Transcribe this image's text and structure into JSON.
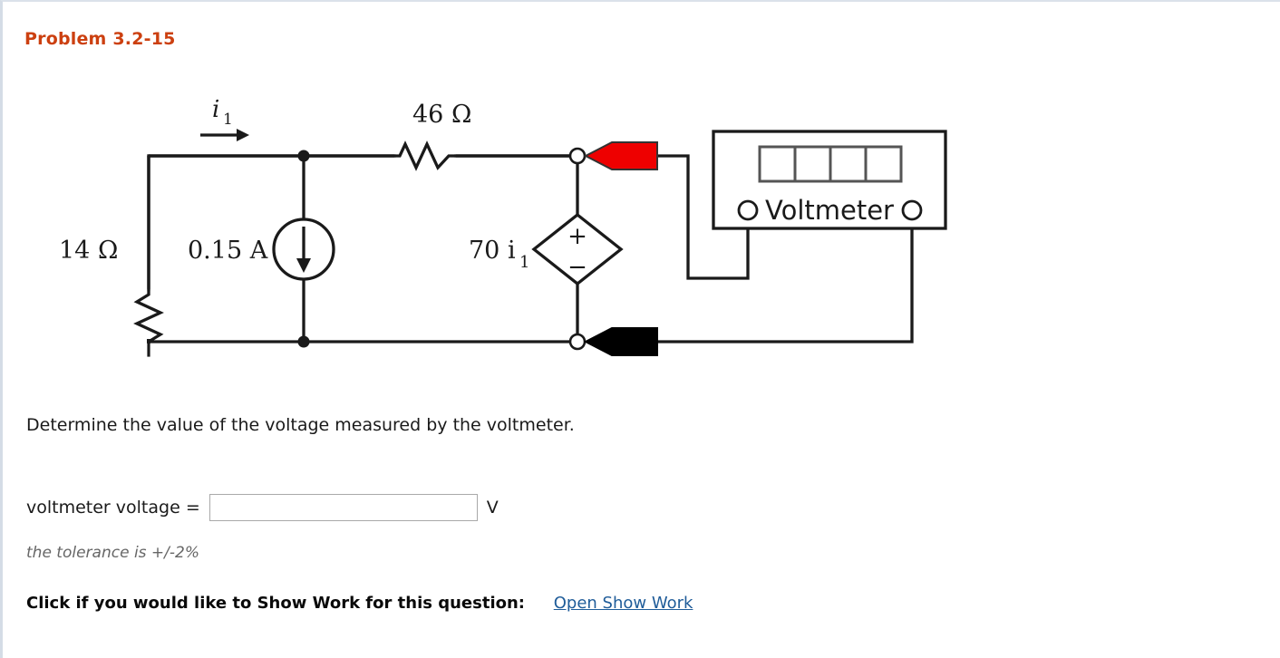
{
  "problem": {
    "title": "Problem 3.2-15"
  },
  "circuit": {
    "labels": {
      "current_i1": "i",
      "current_i1_sub": "1",
      "resistor_left": "14 Ω",
      "resistor_top": "46 Ω",
      "current_source": "0.15 A",
      "dependent_source": "70 i",
      "dependent_source_sub": "1",
      "dependent_plus": "+",
      "dependent_minus": "−",
      "voltmeter": "Voltmeter"
    },
    "colors": {
      "wire": "#1a1a1a",
      "probe_positive": "#ee0000",
      "probe_negative": "#000000",
      "display_cell": "#555555"
    },
    "voltmeter_display_cells": 4
  },
  "question": {
    "prompt": "Determine the value of the voltage measured by the voltmeter.",
    "answer_label": "voltmeter voltage =",
    "answer_value": "",
    "answer_placeholder": "",
    "answer_unit": "V",
    "tolerance": "the tolerance is +/-2%"
  },
  "show_work": {
    "label": "Click if you would like to Show Work for this question:",
    "link": "Open Show Work"
  }
}
